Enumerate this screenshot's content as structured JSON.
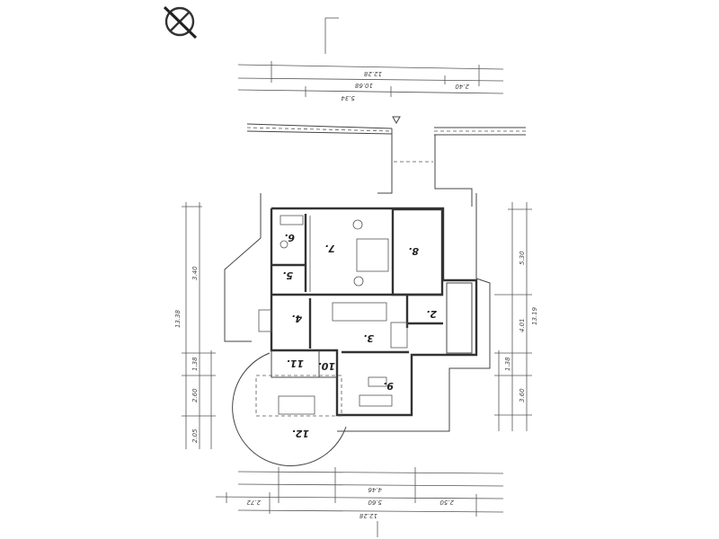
{
  "plan": {
    "rooms": [
      {
        "number": "2."
      },
      {
        "number": "3."
      },
      {
        "number": "4."
      },
      {
        "number": "5."
      },
      {
        "number": "6."
      },
      {
        "number": "7."
      },
      {
        "number": "8."
      },
      {
        "number": "9."
      },
      {
        "number": "10."
      },
      {
        "number": "11."
      },
      {
        "number": "12."
      }
    ],
    "dimensions_top": [
      "12.28",
      "10.68",
      "5.34",
      "2.40"
    ],
    "dimensions_left": [
      "13.38",
      "3.40",
      "1.38",
      "2.60",
      "2.05"
    ],
    "dimensions_right": [
      "13.19",
      "5.30",
      "4.01",
      "1.38",
      "3.60"
    ],
    "dimensions_bottom": [
      "12.28",
      "5.60",
      "2.72",
      "4.46",
      "2.50"
    ]
  },
  "colors": {
    "ink": "#333333",
    "paper": "#ffffff"
  }
}
